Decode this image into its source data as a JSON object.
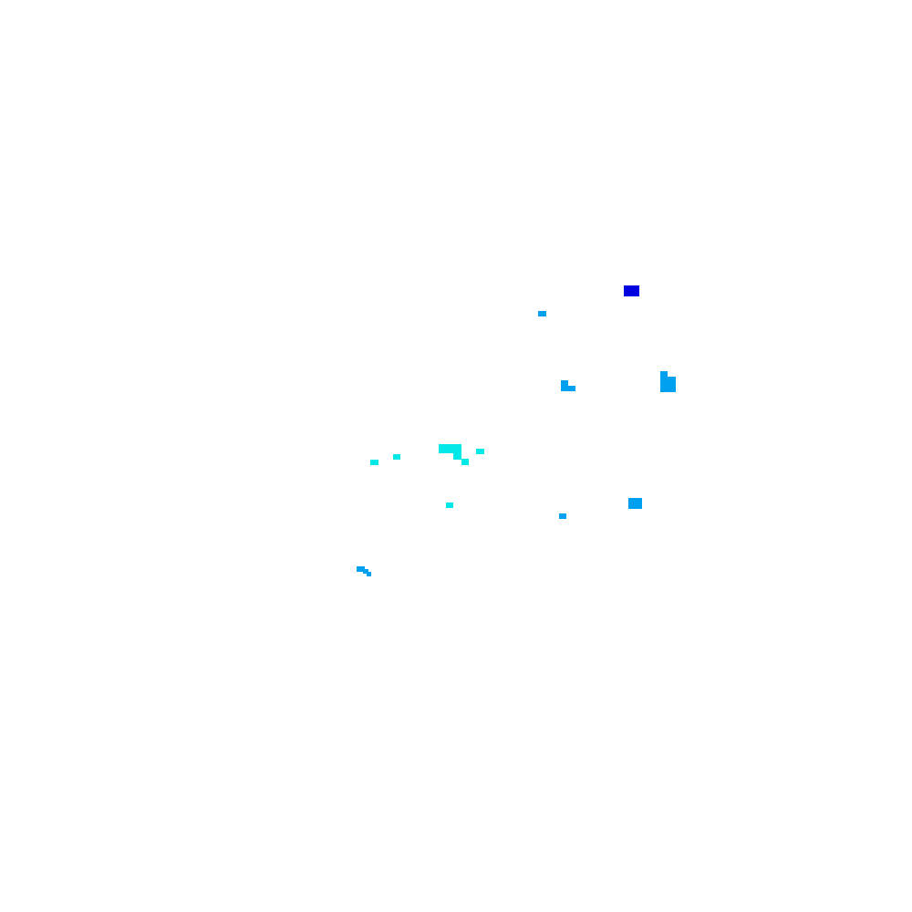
{
  "colors": {
    "background": "#ffffff",
    "dark_blue": "#0000e0",
    "azure": "#00a0f0",
    "cyan": "#00e8e8"
  },
  "patches": [
    {
      "id": "dark-blue-patch",
      "color": "dark_blue"
    },
    {
      "id": "azure-patch-1",
      "color": "azure"
    },
    {
      "id": "azure-patch-2",
      "color": "azure"
    },
    {
      "id": "azure-patch-3",
      "color": "azure"
    },
    {
      "id": "cyan-patch-1",
      "color": "cyan"
    },
    {
      "id": "cyan-patch-2",
      "color": "cyan"
    },
    {
      "id": "cyan-patch-3",
      "color": "cyan"
    },
    {
      "id": "cyan-patch-4",
      "color": "cyan"
    },
    {
      "id": "cyan-patch-5",
      "color": "cyan"
    },
    {
      "id": "cyan-patch-6",
      "color": "cyan"
    },
    {
      "id": "cyan-patch-7",
      "color": "cyan"
    },
    {
      "id": "azure-patch-4",
      "color": "azure"
    },
    {
      "id": "azure-patch-5",
      "color": "azure"
    },
    {
      "id": "azure-patch-6",
      "color": "azure"
    }
  ]
}
